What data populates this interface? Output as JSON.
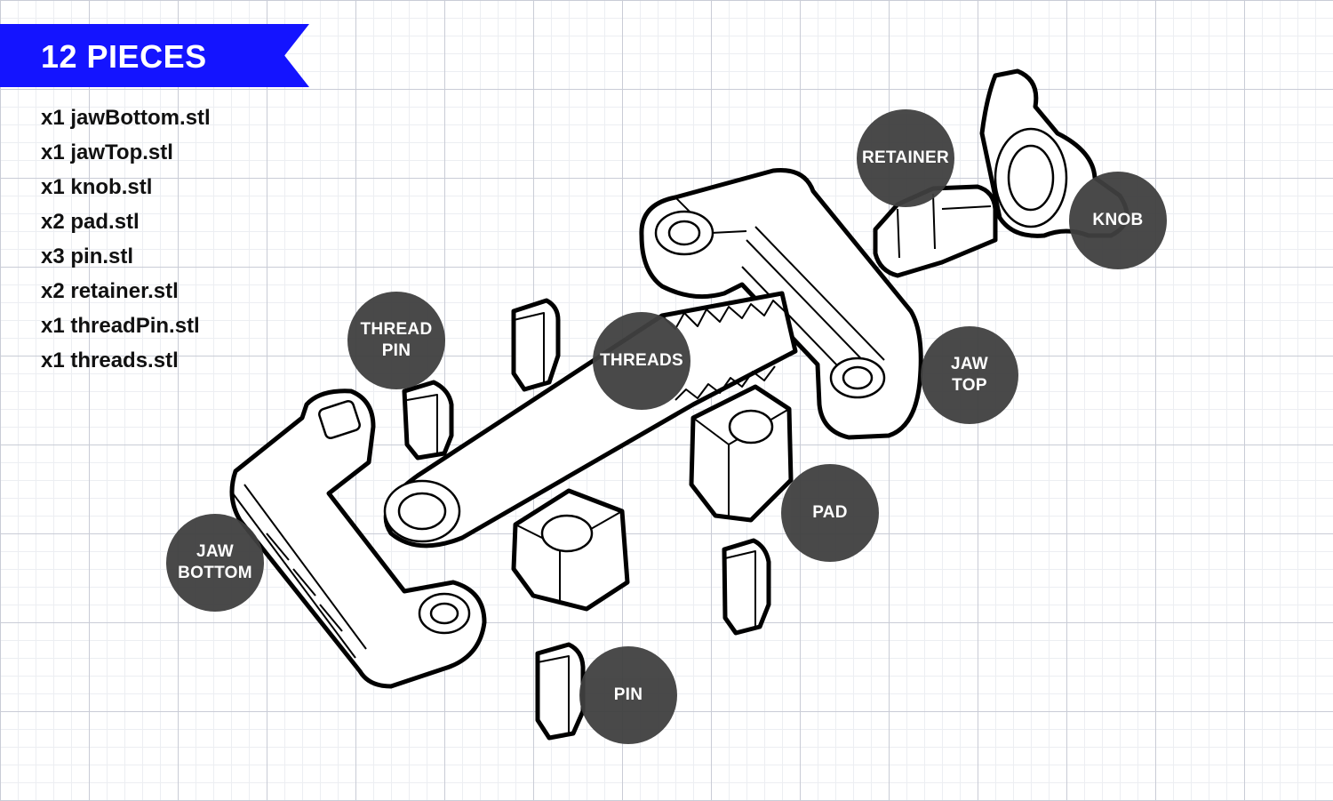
{
  "banner": {
    "title": "12 PIECES",
    "color": "#1414ff"
  },
  "parts": [
    "x1 jawBottom.stl",
    "x1 jawTop.stl",
    "x1 knob.stl",
    "x2 pad.stl",
    "x3 pin.stl",
    "x2 retainer.stl",
    "x1 threadPin.stl",
    "x1 threads.stl"
  ],
  "callouts": {
    "retainer": "RETAINER",
    "knob": "KNOB",
    "thread_pin": "THREAD\nPIN",
    "threads": "THREADS",
    "jaw_top": "JAW\nTOP",
    "pad": "PAD",
    "jaw_bottom": "JAW\nBOTTOM",
    "pin": "PIN"
  },
  "colors": {
    "callout_fill": "#404040",
    "callout_text": "#ffffff",
    "grid": "#c9ccd6"
  }
}
